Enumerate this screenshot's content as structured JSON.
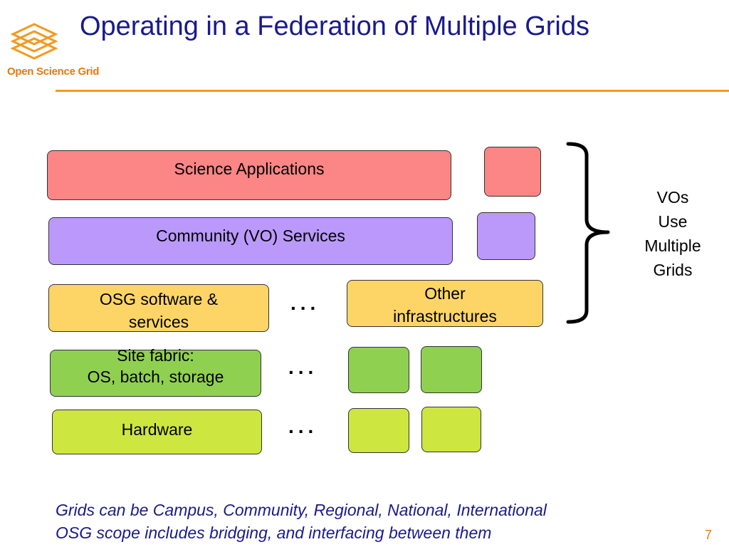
{
  "logo": {
    "text": "Open Science Grid",
    "icon": "osg-stacked-layers-logo"
  },
  "slide": {
    "title": "Operating in a Federation of Multiple Grids",
    "page_number": "7"
  },
  "layers": {
    "science_apps": "Science Applications",
    "community_services": "Community (VO) Services",
    "osg_software_line1": "OSG software &",
    "osg_software_line2": "services",
    "other_infra_line1": "Other",
    "other_infra_line2": "infrastructures",
    "site_fabric_line1": "Site fabric:",
    "site_fabric_line2": "OS, batch, storage",
    "hardware": "Hardware"
  },
  "ellipsis": "...",
  "vos_label": [
    "VOs",
    "Use",
    "Multiple",
    "Grids"
  ],
  "footer": {
    "line1": "Grids can be Campus, Community, Regional, National, International",
    "line2": "OSG scope includes bridging, and interfacing between them"
  },
  "colors": {
    "title": "#1a1a8c",
    "accent": "#f39a1e",
    "science": "#fc8585",
    "community": "#bb99fb",
    "software": "#fdd567",
    "fabric": "#90d050",
    "hardware": "#cde640"
  }
}
